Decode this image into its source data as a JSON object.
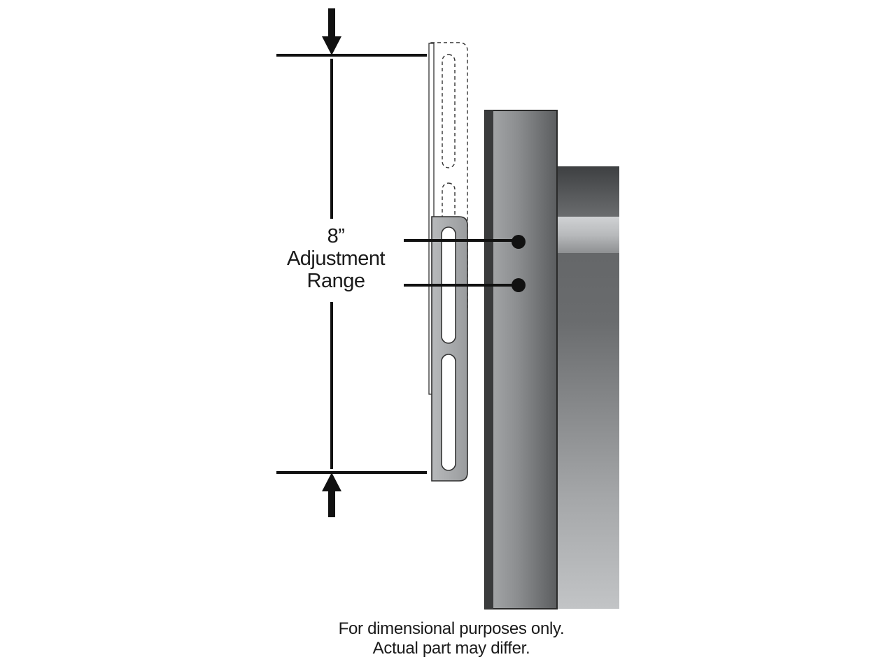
{
  "dimension": {
    "value": "8”",
    "line1": "Adjustment",
    "line2": "Range"
  },
  "disclaimer": {
    "line1": "For dimensional purposes only.",
    "line2": "Actual part may differ."
  }
}
